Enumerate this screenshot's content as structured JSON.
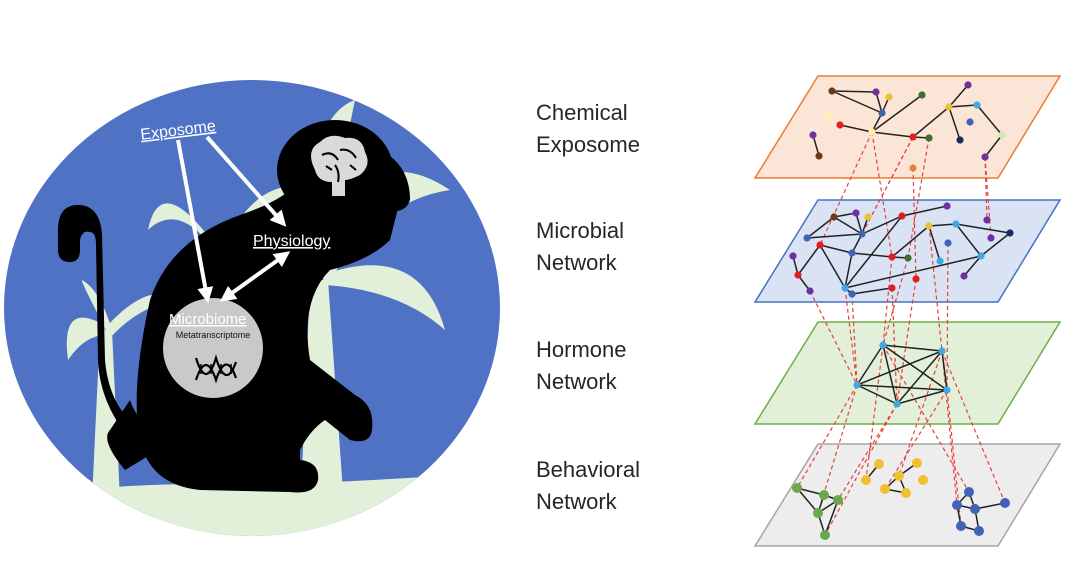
{
  "left_panel": {
    "exposome_label": "Exposome",
    "physiology_label": "Physiology",
    "microbiome_label": "Microbiome",
    "metatranscriptome_label": "Metatranscriptome",
    "colors": {
      "sky": "#4f72c4",
      "palm": "#e2efd9",
      "monkey": "#000000",
      "gut": "#c9c9c9",
      "arrow": "#ffffff"
    }
  },
  "layers": [
    {
      "line1": "Chemical",
      "line2": "Exposome",
      "fill": "#fbe5d6",
      "stroke": "#ed7d31"
    },
    {
      "line1": "Microbial",
      "line2": "Network",
      "fill": "#dae3f3",
      "stroke": "#4472c4"
    },
    {
      "line1": "Hormone",
      "line2": "Network",
      "fill": "#e2f0d9",
      "stroke": "#70ad47"
    },
    {
      "line1": "Behavioral",
      "line2": "Network",
      "fill": "#ededed",
      "stroke": "#a5a5a5"
    }
  ],
  "interlayer_link_color": "#e8403a"
}
